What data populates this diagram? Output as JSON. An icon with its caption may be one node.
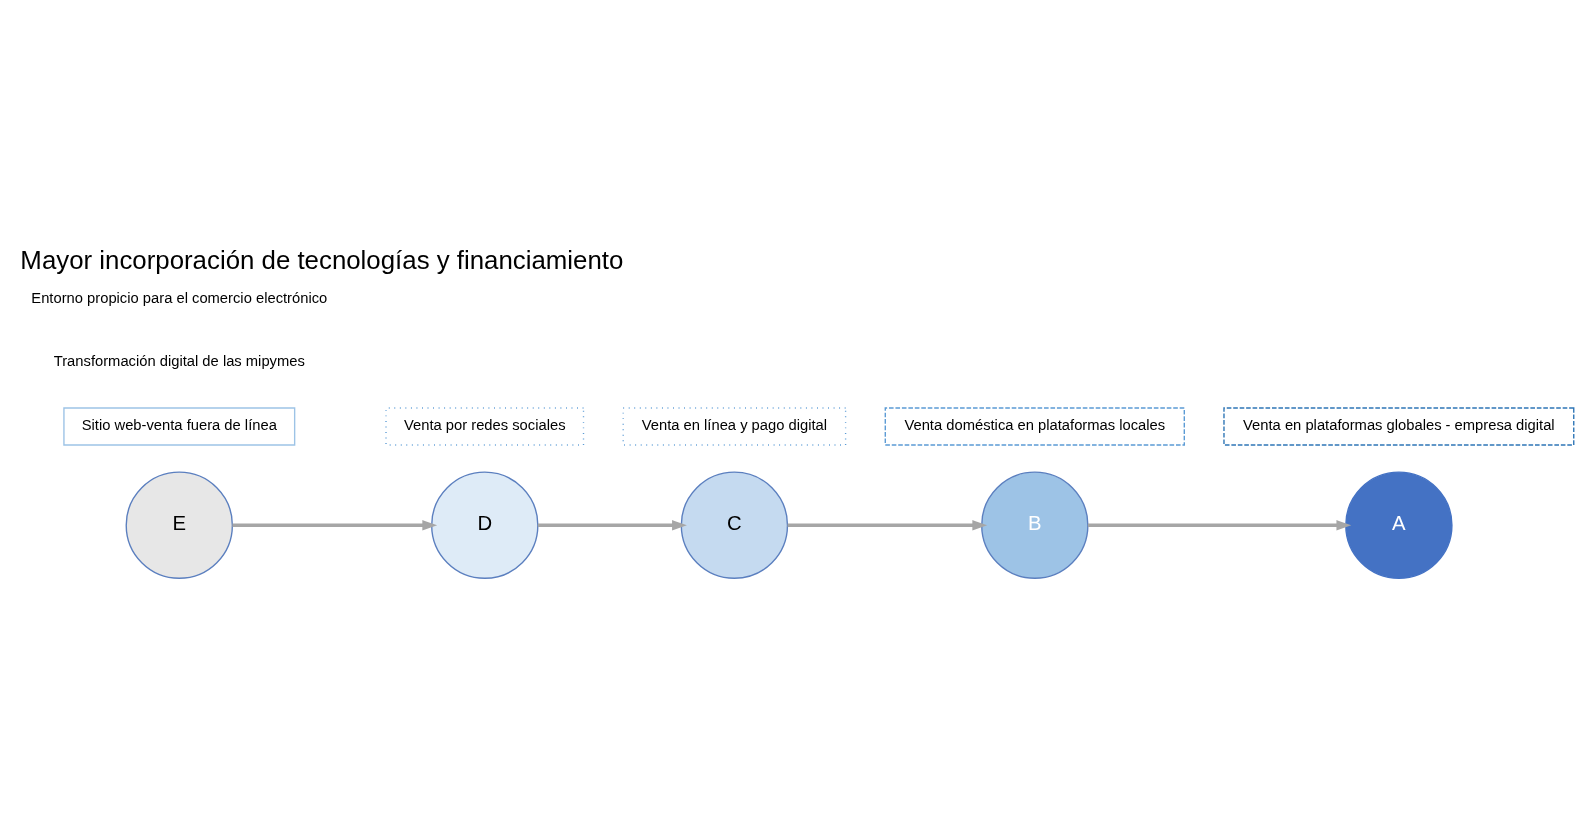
{
  "diagram": {
    "title": "Mayor incorporación de tecnologías y financiamiento",
    "nodes": [
      {
        "text": [
          "E"
        ]
      },
      {
        "text": [
          "Sitio web-venta fuera de línea"
        ]
      },
      {
        "text": [
          "D"
        ]
      },
      {
        "text": [
          "Venta por redes sociales"
        ]
      },
      {
        "text": [
          "C"
        ]
      },
      {
        "text": [
          "Venta en línea y pago digital"
        ]
      },
      {
        "text": [
          "B"
        ]
      },
      {
        "text": [
          "Venta doméstica en plataformas locales"
        ]
      },
      {
        "text": [
          "A"
        ]
      },
      {
        "text": [
          "Venta en plataformas globales - empresa digital"
        ]
      }
    ],
    "edges": [
      {
        "from": 0,
        "to": 2,
        "arrow": "to"
      },
      {
        "from": 2,
        "to": 4,
        "arrow": "to"
      },
      {
        "from": 4,
        "to": 6,
        "arrow": "to"
      },
      {
        "from": 6,
        "to": 8,
        "arrow": "to"
      }
    ],
    "labels": [
      "Transformación digital de las mipymes",
      "Entorno propicio para el comercio electrónico"
    ]
  }
}
